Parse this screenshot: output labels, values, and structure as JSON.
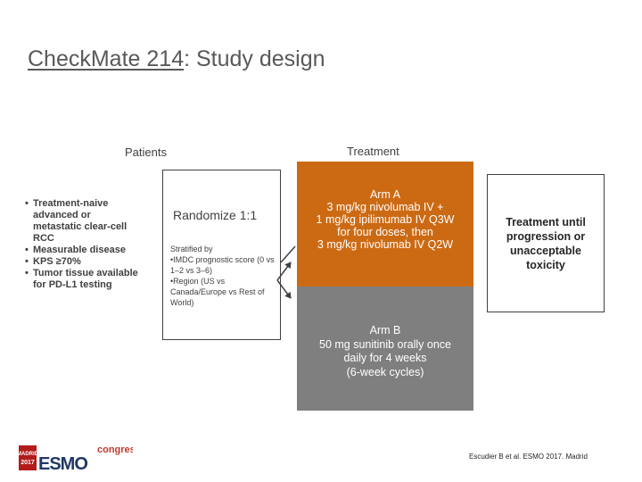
{
  "slide": {
    "title_main": "CheckMate 214",
    "title_rest": ": Study design"
  },
  "columns": {
    "patients": "Patients",
    "treatment": "Treatment"
  },
  "patients": {
    "criteria": [
      "Treatment-naive advanced or metastatic clear-cell RCC",
      "Measurable disease",
      "KPS ≥70%",
      "Tumor tissue available for PD-L1 testing"
    ]
  },
  "randomization": {
    "label": "Randomize 1:1",
    "stratified_title": "Stratified by",
    "stratified_items": [
      "•IMDC prognostic score (0 vs 1–2 vs 3–6)",
      "•Region (US vs Canada/Europe vs Rest of World)"
    ]
  },
  "arm_a": {
    "title": "Arm A",
    "lines": [
      "3 mg/kg nivolumab IV +",
      "1 mg/kg ipilimumab IV Q3W",
      "for four doses, then",
      "3 mg/kg nivolumab IV Q2W"
    ],
    "color": "#cc6a14"
  },
  "arm_b": {
    "title": "Arm B",
    "lines": [
      "50 mg sunitinib orally once",
      "daily for 4 weeks",
      "(6-week cycles)"
    ],
    "color": "#7f7f7f"
  },
  "outcome": {
    "lines": [
      "Treatment until",
      "progression or",
      "unacceptable",
      "toxicity"
    ]
  },
  "footer": {
    "citation": "Escudier B et al. ESMO 2017. Madrid",
    "logo_text_madrid": "MADRID",
    "logo_text_year": "2017",
    "logo_text_esmo": "ESMO",
    "logo_text_congress": "congress"
  }
}
